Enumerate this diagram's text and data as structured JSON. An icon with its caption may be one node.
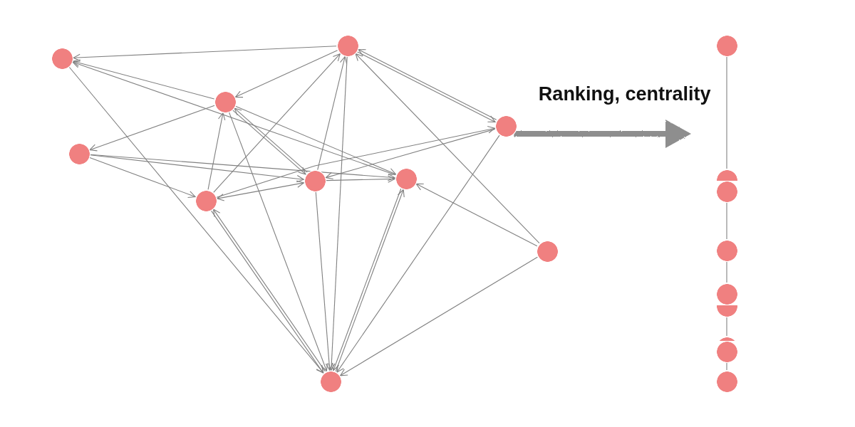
{
  "diagram": {
    "nodes": [
      {
        "text": [],
        "shape": "circle"
      },
      {
        "text": [],
        "shape": "circle"
      },
      {
        "text": [],
        "shape": "circle"
      },
      {
        "text": [],
        "shape": "circle"
      },
      {
        "text": [],
        "shape": "circle"
      },
      {
        "text": [],
        "shape": "circle"
      },
      {
        "text": [],
        "shape": "circle"
      },
      {
        "text": [],
        "shape": "circle"
      },
      {
        "text": [],
        "shape": "circle"
      },
      {
        "text": [],
        "shape": "circle"
      },
      {
        "text": [],
        "shape": "circle"
      },
      {
        "text": [],
        "shape": "circle"
      },
      {
        "text": [],
        "shape": "circle"
      },
      {
        "text": [],
        "shape": "circle"
      },
      {
        "text": [],
        "shape": "circle"
      },
      {
        "text": [],
        "shape": "circle"
      },
      {
        "text": [],
        "shape": "circle"
      },
      {
        "text": [],
        "shape": "circle"
      },
      {
        "text": [],
        "shape": "circle"
      }
    ],
    "edges": [
      {
        "from": 1,
        "to": 0,
        "arrow": "to"
      },
      {
        "from": 2,
        "to": 0,
        "arrow": "to"
      },
      {
        "from": 6,
        "to": 0,
        "arrow": "to"
      },
      {
        "from": 0,
        "to": 9,
        "arrow": "to"
      },
      {
        "from": 1,
        "to": 2,
        "arrow": "to"
      },
      {
        "from": 7,
        "to": 1,
        "arrow": "to"
      },
      {
        "from": 5,
        "to": 1,
        "arrow": "to"
      },
      {
        "from": 1,
        "to": 9,
        "arrow": "to"
      },
      {
        "from": 1,
        "to": 3,
        "arrow": "to"
      },
      {
        "from": 3,
        "to": 1,
        "arrow": "to"
      },
      {
        "from": 8,
        "to": 1,
        "arrow": "to"
      },
      {
        "from": 2,
        "to": 4,
        "arrow": "to"
      },
      {
        "from": 7,
        "to": 2,
        "arrow": "to"
      },
      {
        "from": 2,
        "to": 9,
        "arrow": "to"
      },
      {
        "from": 2,
        "to": 5,
        "arrow": "to"
      },
      {
        "from": 5,
        "to": 2,
        "arrow": "to"
      },
      {
        "from": 2,
        "to": 6,
        "arrow": "to"
      },
      {
        "from": 7,
        "to": 3,
        "arrow": "to"
      },
      {
        "from": 3,
        "to": 5,
        "arrow": "to"
      },
      {
        "from": 3,
        "to": 9,
        "arrow": "to"
      },
      {
        "from": 4,
        "to": 5,
        "arrow": "to"
      },
      {
        "from": 4,
        "to": 7,
        "arrow": "to"
      },
      {
        "from": 4,
        "to": 6,
        "arrow": "to"
      },
      {
        "from": 5,
        "to": 7,
        "arrow": "both"
      },
      {
        "from": 5,
        "to": 6,
        "arrow": "to"
      },
      {
        "from": 5,
        "to": 9,
        "arrow": "to"
      },
      {
        "from": 7,
        "to": 9,
        "arrow": "to"
      },
      {
        "from": 9,
        "to": 7,
        "arrow": "to"
      },
      {
        "from": 6,
        "to": 9,
        "arrow": "to"
      },
      {
        "from": 9,
        "to": 6,
        "arrow": "to"
      },
      {
        "from": 8,
        "to": 6,
        "arrow": "to"
      },
      {
        "from": 8,
        "to": 9,
        "arrow": "to"
      },
      {
        "from": 10,
        "to": 11,
        "arrow": "none"
      },
      {
        "from": 12,
        "to": 13,
        "arrow": "none"
      },
      {
        "from": 13,
        "to": 14,
        "arrow": "none"
      },
      {
        "from": 15,
        "to": 16,
        "arrow": "none"
      },
      {
        "from": 17,
        "to": 18,
        "arrow": "none"
      },
      {
        "from": 3,
        "to": null,
        "arrow": "to",
        "label": "Ranking, centrality",
        "style": "thick",
        "color": "#8e8e8e"
      }
    ]
  }
}
